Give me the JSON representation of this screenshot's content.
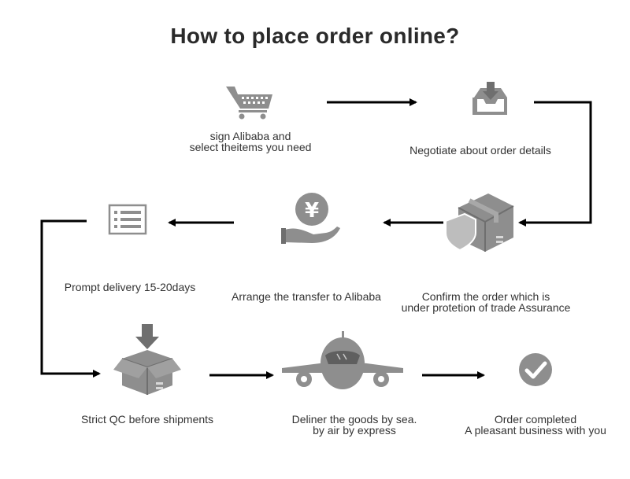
{
  "title": "How to place order online?",
  "steps": [
    {
      "icon": "shopping-cart-icon",
      "lines": [
        "sign Alibaba and",
        "select theitems you need"
      ]
    },
    {
      "icon": "inbox-download-icon",
      "lines": [
        "Negotiate about order details"
      ]
    },
    {
      "icon": "shield-box-icon",
      "lines": [
        "Confirm the order which is",
        "under protetion of trade Assurance"
      ]
    },
    {
      "icon": "yuan-coin-hand-icon",
      "lines": [
        "Arrange the transfer to Alibaba"
      ]
    },
    {
      "icon": "list-document-icon",
      "lines": [
        "Prompt delivery 15-20days"
      ]
    },
    {
      "icon": "box-download-icon",
      "lines": [
        "Strict QC before shipments"
      ]
    },
    {
      "icon": "airplane-icon",
      "lines": [
        "Deliner the goods by sea.",
        "by air by express"
      ]
    },
    {
      "icon": "checkmark-circle-icon",
      "lines": [
        "Order completed",
        "A pleasant business with you"
      ]
    }
  ],
  "colors": {
    "icon": "#8e8e8e",
    "icon_dark": "#6f6f6f",
    "arrow": "#000000"
  }
}
